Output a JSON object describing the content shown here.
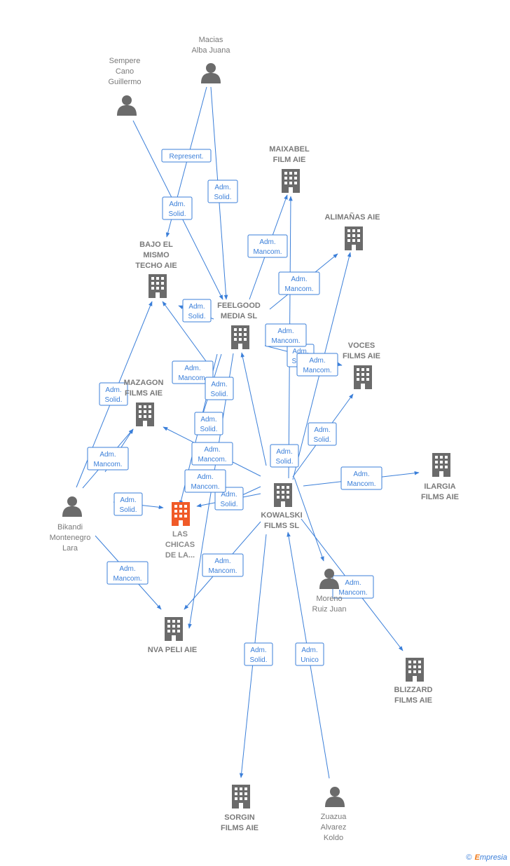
{
  "colors": {
    "edge": "#3b7fd9",
    "icon": "#6b6b6b",
    "main_icon": "#f05a28",
    "label": "#7a7a7a"
  },
  "nodes": [
    {
      "id": "macias",
      "type": "person",
      "label": [
        "Macias",
        "Alba Juana"
      ]
    },
    {
      "id": "sempere",
      "type": "person",
      "label": [
        "Sempere",
        "Cano",
        "Guillermo"
      ]
    },
    {
      "id": "maixabel",
      "type": "company",
      "label": [
        "MAIXABEL",
        "FILM AIE"
      ]
    },
    {
      "id": "alimanas",
      "type": "company",
      "label": [
        "ALIMAÑAS AIE"
      ]
    },
    {
      "id": "bajo",
      "type": "company",
      "label": [
        "BAJO EL",
        "MISMO",
        "TECHO AIE"
      ]
    },
    {
      "id": "feelgood",
      "type": "company",
      "label": [
        "FEELGOOD",
        "MEDIA  SL"
      ]
    },
    {
      "id": "voces",
      "type": "company",
      "label": [
        "VOCES",
        "FILMS AIE"
      ]
    },
    {
      "id": "mazagon",
      "type": "company",
      "label": [
        "MAZAGON",
        "FILMS  AIE"
      ]
    },
    {
      "id": "ilargia",
      "type": "company",
      "label": [
        "ILARGIA",
        "FILMS  AIE"
      ]
    },
    {
      "id": "bikandi",
      "type": "person",
      "label": [
        "Bikandi",
        "Montenegro",
        "Lara"
      ]
    },
    {
      "id": "chicas",
      "type": "main",
      "label": [
        "LAS",
        "CHICAS",
        "DE LA..."
      ]
    },
    {
      "id": "kowalski",
      "type": "company",
      "label": [
        "KOWALSKI",
        "FILMS SL"
      ]
    },
    {
      "id": "moreno",
      "type": "person",
      "label": [
        "Moreno",
        "Ruiz Juan"
      ]
    },
    {
      "id": "nva",
      "type": "company",
      "label": [
        "NVA PELI  AIE"
      ]
    },
    {
      "id": "blizzard",
      "type": "company",
      "label": [
        "BLIZZARD",
        "FILMS  AIE"
      ]
    },
    {
      "id": "sorgin",
      "type": "company",
      "label": [
        "SORGIN",
        "FILMS AIE"
      ]
    },
    {
      "id": "zuazua",
      "type": "person",
      "label": [
        "Zuazua",
        "Alvarez",
        "Koldo"
      ]
    }
  ],
  "edge_labels": [
    [
      "Represent."
    ],
    [
      "Adm.",
      "Solid."
    ],
    [
      "Adm.",
      "Solid."
    ],
    [
      "Adm.",
      "Mancom."
    ],
    [
      "Adm.",
      "Mancom."
    ],
    [
      "Adm.",
      "Solid."
    ],
    [
      "Adm.",
      "Mancom."
    ],
    [
      "Adm.",
      "Solid."
    ],
    [
      "Adm.",
      "Mancom."
    ],
    [
      "Adm.",
      "Mancom."
    ],
    [
      "Adm.",
      "Solid."
    ],
    [
      "Adm.",
      "Solid."
    ],
    [
      "Adm.",
      "Solid."
    ],
    [
      "Adm.",
      "Solid."
    ],
    [
      "Adm.",
      "Mancom."
    ],
    [
      "Adm.",
      "Mancom."
    ],
    [
      "Adm.",
      "Solid."
    ],
    [
      "Adm.",
      "Solid."
    ],
    [
      "Adm.",
      "Mancom."
    ],
    [
      "Adm.",
      "Solid."
    ],
    [
      "Adm.",
      "Mancom."
    ],
    [
      "Adm.",
      "Mancom."
    ],
    [
      "Adm.",
      "Mancom."
    ],
    [
      "Adm.",
      "Mancom."
    ],
    [
      "Adm.",
      "Solid."
    ],
    [
      "Adm.",
      "Unico"
    ]
  ],
  "footer": {
    "copyright": "©",
    "brand_e": "E",
    "brand_rest": "mpresia"
  }
}
